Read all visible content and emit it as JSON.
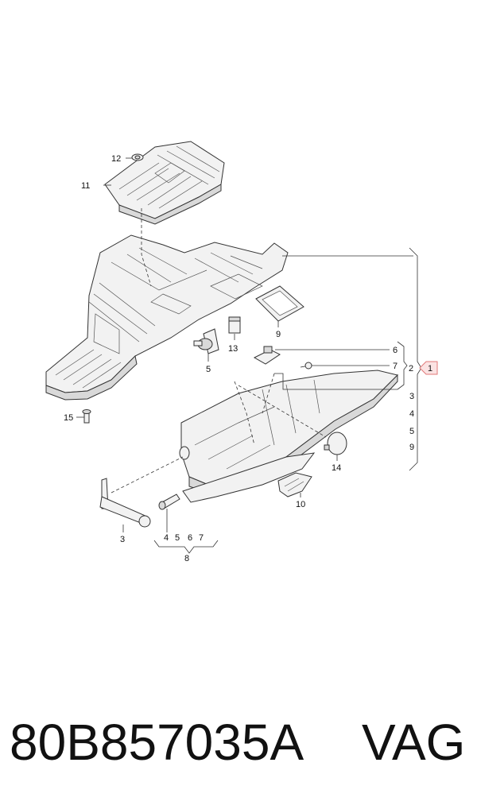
{
  "callouts": {
    "c1": "1",
    "c2": "2",
    "c3a": "3",
    "c3b": "3",
    "c4a": "4",
    "c4b": "4",
    "c5a": "5",
    "c5b": "5",
    "c5c": "5",
    "c6a": "6",
    "c6b": "6",
    "c7a": "7",
    "c7b": "7",
    "c8": "8",
    "c9a": "9",
    "c9b": "9",
    "c10": "10",
    "c11": "11",
    "c12": "12",
    "c13": "13",
    "c14": "14",
    "c15": "15"
  },
  "footer": {
    "part_number": "80B857035A",
    "brand": "VAG"
  },
  "colors": {
    "highlight_fill": "#fbe3e3",
    "highlight_stroke": "#e07a7a"
  }
}
